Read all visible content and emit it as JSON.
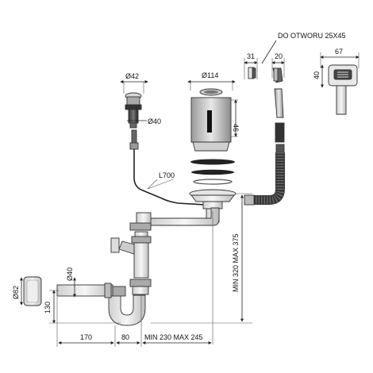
{
  "diagram": {
    "header_note": "DO OTWORU 25X45",
    "overflow_bracket": {
      "width_label": "31",
      "depth_label": "20"
    },
    "overflow_cover": {
      "width_label": "67",
      "height_label": "40"
    },
    "plug_button": {
      "diameter_label": "Ø42",
      "body_diameter_label": "Ø40"
    },
    "strainer": {
      "diameter_label": "Ø114",
      "height_label": "46"
    },
    "cable": {
      "length_label": "L700"
    },
    "tailpiece": {
      "diameter_label": "Ø40"
    },
    "end_cap": {
      "diameter_label": "Ø82"
    },
    "bottom_dimensions": {
      "left_label": "170",
      "middle_label": "80",
      "right_label": "MIN 230 MAX 245"
    },
    "left_height_label": "130",
    "vertical_span_label": "MIN 320 MAX 375"
  }
}
